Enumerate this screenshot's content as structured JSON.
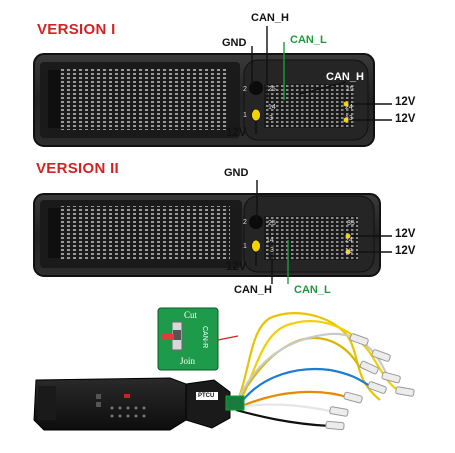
{
  "version1": {
    "title": "VERSION I",
    "gnd": "GND",
    "can_h_top": "CAN_H",
    "can_l": "CAN_L",
    "can_h_right": "CAN_H",
    "v12_right_a": "12V",
    "v12_right_b": "12V",
    "v12_left": "12V",
    "pins": {
      "p2": "2",
      "p1": "1",
      "p25": "25",
      "p14": "14",
      "p3": "3",
      "p15": "15",
      "p24": "24",
      "p13": "13"
    }
  },
  "version2": {
    "title": "VERSION II",
    "gnd": "GND",
    "v12_right_a": "12V",
    "v12_right_b": "12V",
    "v12_left": "12V",
    "can_h": "CAN_H",
    "can_l": "CAN_L",
    "pins": {
      "p2": "2",
      "p1": "1",
      "p25": "25",
      "p35": "35",
      "p14": "14",
      "p3": "3",
      "p24": "24",
      "p18": "18"
    }
  },
  "adapter": {
    "cut": "Cut",
    "join": "Join",
    "can_r": "CAN-R",
    "device_label": "PTCU"
  },
  "colors": {
    "accent_red": "#d42222",
    "can_l_green": "#1f9a3a",
    "marker_yellow": "#f2d200"
  }
}
